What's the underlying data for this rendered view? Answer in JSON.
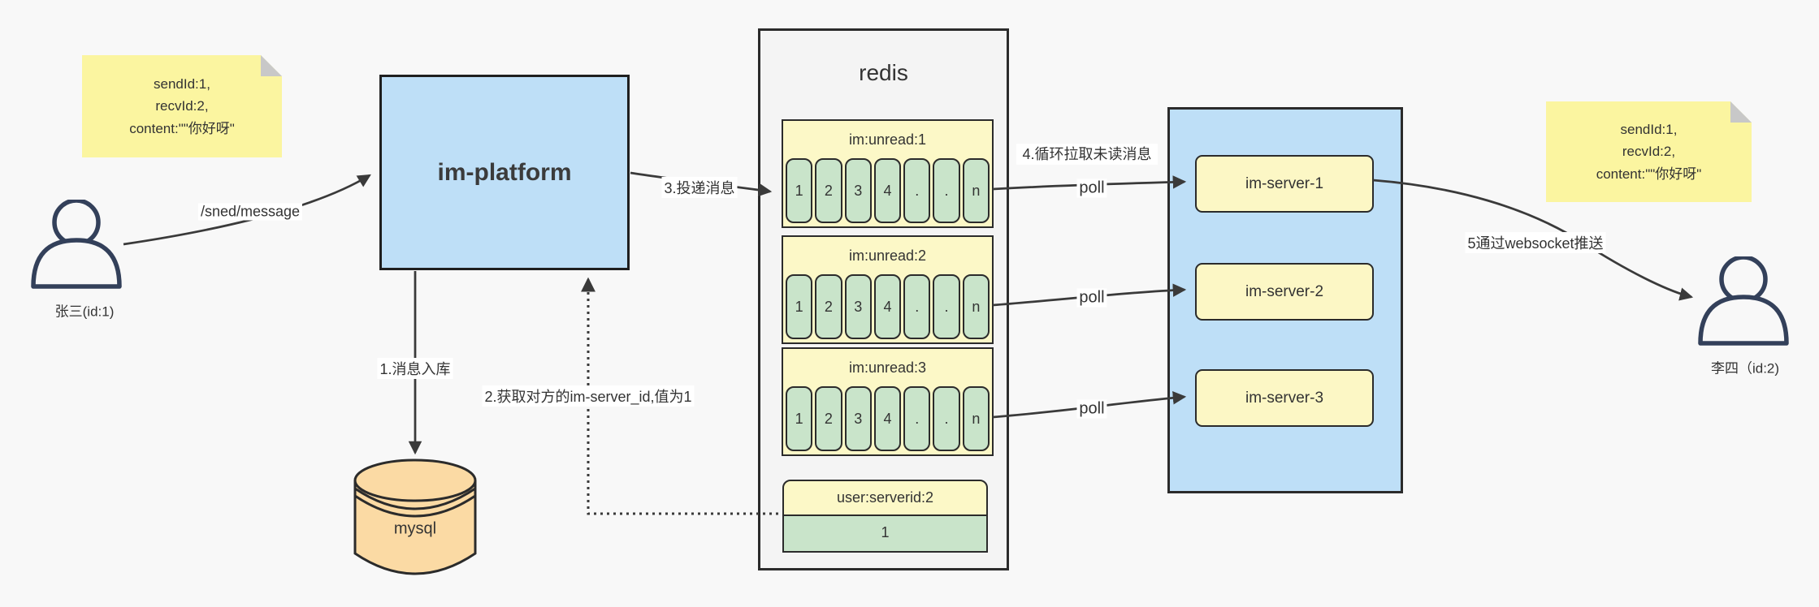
{
  "actors": {
    "sender": "张三(id:1)",
    "receiver": "李四（id:2)"
  },
  "notes": {
    "left_lines": [
      "sendId:1,",
      "recvId:2,",
      "content:\"\"你好呀\""
    ],
    "right_lines": [
      "sendId:1,",
      "recvId:2,",
      "content:\"\"你好呀\""
    ]
  },
  "platform": {
    "label": "im-platform"
  },
  "mysql": {
    "label": "mysql"
  },
  "redis": {
    "title": "redis",
    "queues": [
      {
        "title": "im:unread:1",
        "cells": [
          "1",
          "2",
          "3",
          "4",
          ".",
          ".",
          "n"
        ]
      },
      {
        "title": "im:unread:2",
        "cells": [
          "1",
          "2",
          "3",
          "4",
          ".",
          ".",
          "n"
        ]
      },
      {
        "title": "im:unread:3",
        "cells": [
          "1",
          "2",
          "3",
          "4",
          ".",
          ".",
          "n"
        ]
      }
    ],
    "kv": {
      "key": "user:serverid:2",
      "value": "1"
    }
  },
  "servers": {
    "labels": [
      "im-server-1",
      "im-server-2",
      "im-server-3"
    ]
  },
  "edges": {
    "send": "/sned/message",
    "step1": "1.消息入库",
    "step2": "2.获取对方的im-server_id,值为1",
    "step3": "3.投递消息",
    "step4": "4.循环拉取未读消息",
    "poll": "poll",
    "step5": "5通过websocket推送"
  },
  "colors": {
    "canvas_bg": "#f8f8f8",
    "note_yellow": "#fbf5a0",
    "box_blue": "#bedff7",
    "widget_yellow": "#fcf8c7",
    "cell_green": "#c9e4ca",
    "mysql_orange": "#fbdaa4",
    "redis_gray": "#f4f4f4",
    "line_dark": "#3a3a3a",
    "person_navy": "#33405a"
  }
}
